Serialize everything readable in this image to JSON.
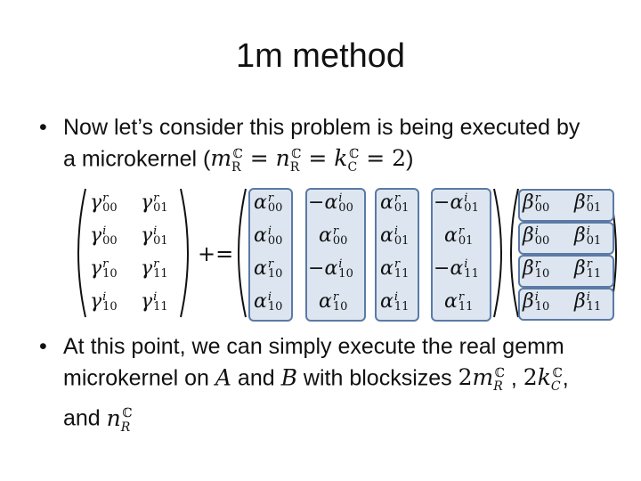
{
  "slide": {
    "title": "1m method",
    "bullet1": {
      "dot": "•",
      "line1": "Now let’s consider this problem is being executed by",
      "line2_prefix": "a microkernel (",
      "formula": "m_R^ℂ = n_R^ℂ = k_C^ℂ = 2",
      "line2_suffix": ")"
    },
    "equation": {
      "operator": "+=",
      "C": [
        [
          "γ00r",
          "γ01r"
        ],
        [
          "γ00i",
          "γ01i"
        ],
        [
          "γ10r",
          "γ11r"
        ],
        [
          "γ10i",
          "γ11i"
        ]
      ],
      "A_columns": [
        [
          "α00r",
          "α00i",
          "α10r",
          "α10i"
        ],
        [
          "−α00i",
          "α00r",
          "−α10i",
          "α10r"
        ],
        [
          "α01r",
          "α01i",
          "α11r",
          "α11i"
        ],
        [
          "−α01i",
          "α01r",
          "−α11i",
          "α11r"
        ]
      ],
      "B_rows": [
        [
          "β00r",
          "β01r"
        ],
        [
          "β00i",
          "β01i"
        ],
        [
          "β10r",
          "β11r"
        ],
        [
          "β10i",
          "β11i"
        ]
      ]
    },
    "bullet2": {
      "dot": "•",
      "line1": "At this point, we can simply execute the real gemm",
      "line2_prefix": "microkernel on",
      "A": "A",
      "and": "and",
      "B": "B",
      "line2_mid": "with blocksizes",
      "mr": "2m_R^ℂ",
      "kc": "2k_C^ℂ",
      "line3_prefix": "and",
      "nr": "n_R^ℂ"
    }
  },
  "colors": {
    "box_border": "#5b7aa6",
    "box_fill": "#dde6f0"
  }
}
